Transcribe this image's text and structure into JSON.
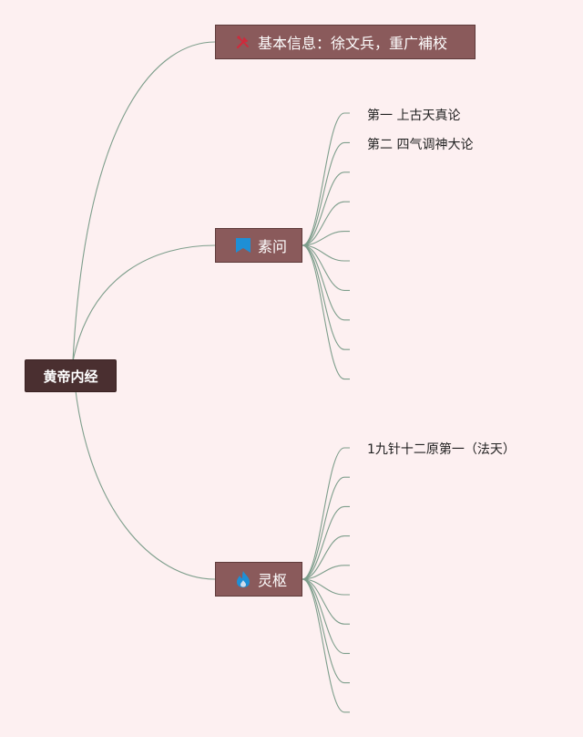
{
  "diagram": {
    "root": {
      "label": "黄帝内经"
    },
    "branches": [
      {
        "id": "info",
        "label": "基本信息：徐文兵，重广補校",
        "icon": "tools-icon",
        "icon_color": "#d02a3c",
        "children": []
      },
      {
        "id": "suwen",
        "label": "素问",
        "icon": "flag-icon",
        "icon_color": "#1e8fd6",
        "children": [
          "第一 上古天真论",
          "第二 四气调神大论",
          "",
          "",
          "",
          "",
          "",
          "",
          "",
          ""
        ]
      },
      {
        "id": "lingshu",
        "label": "灵枢",
        "icon": "flame-icon",
        "icon_color": "#1e8fd6",
        "children": [
          "1九针十二原第一（法天）",
          "",
          "",
          "",
          "",
          "",
          "",
          "",
          "",
          ""
        ]
      }
    ]
  },
  "colors": {
    "background": "#fdf0f1",
    "root_fill": "#4a2f30",
    "branch_fill": "#8a5a5b",
    "connector": "#7e9e8c"
  }
}
